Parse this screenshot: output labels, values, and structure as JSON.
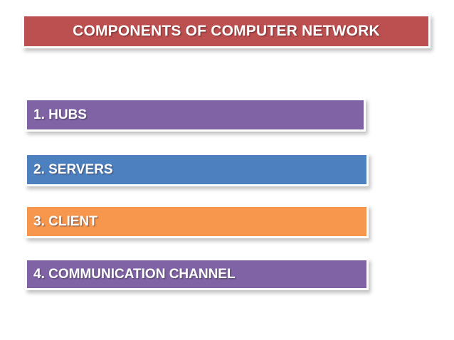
{
  "slide": {
    "background_color": "#ffffff",
    "title": {
      "text": "COMPONENTS OF COMPUTER NETWORK",
      "background_color": "#bc4f4f",
      "text_color": "#ffffff"
    },
    "items": [
      {
        "label": "1. HUBS",
        "background_color": "#7f63a5",
        "text_color": "#ffffff"
      },
      {
        "label": "2. SERVERS",
        "background_color": "#4c80be",
        "text_color": "#ffffff"
      },
      {
        "label": "3. CLIENT",
        "background_color": "#f6974d",
        "text_color": "#ffffff"
      },
      {
        "label": "4. COMMUNICATION CHANNEL",
        "background_color": "#7f63a5",
        "text_color": "#ffffff"
      }
    ]
  }
}
